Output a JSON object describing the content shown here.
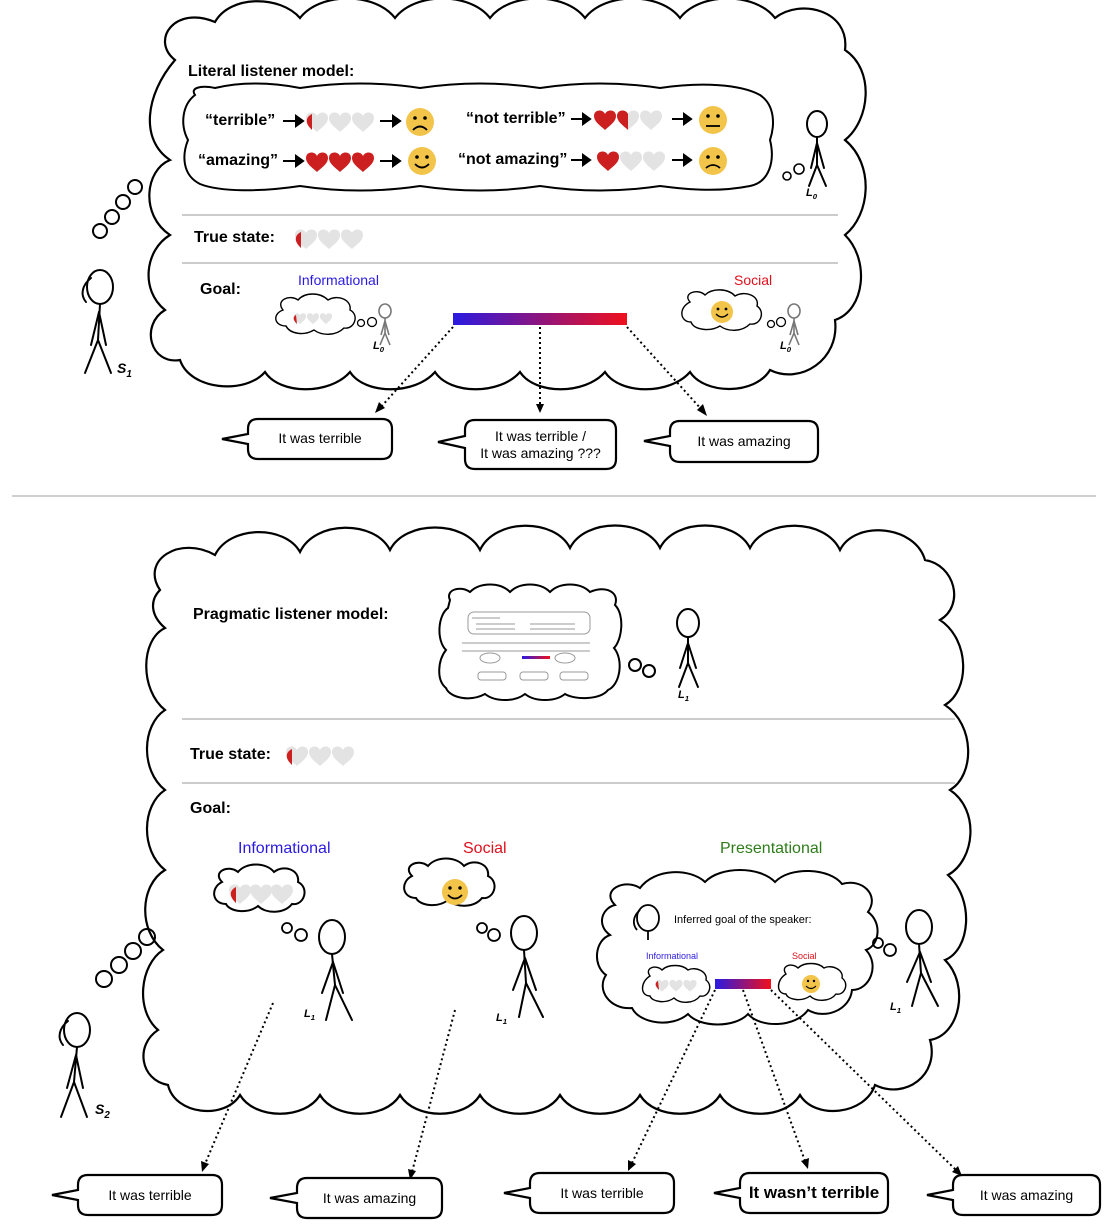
{
  "top": {
    "literal_title": "Literal listener model:",
    "lex": {
      "terrible": "“terrible”",
      "amazing": "“amazing”",
      "not_terrible": "“not terrible”",
      "not_amazing": "“not amazing”"
    },
    "true_state_label": "True state:",
    "goal_label": "Goal:",
    "informational": "Informational",
    "social": "Social",
    "listener_label": "L",
    "listener_sub": "0",
    "speaker_label": "S",
    "speaker_sub": "1",
    "bubbles": {
      "left": "It was terrible",
      "mid_line1": "It was terrible /",
      "mid_line2": "It was amazing ???",
      "right": "It was amazing"
    }
  },
  "bottom": {
    "pragmatic_title": "Pragmatic listener model:",
    "true_state_label": "True state:",
    "goal_label": "Goal:",
    "informational": "Informational",
    "social": "Social",
    "presentational": "Presentational",
    "inferred_title": "Inferred goal of the speaker:",
    "inferred_informational": "Informational",
    "inferred_social": "Social",
    "listener_label": "L",
    "listener_sub": "1",
    "speaker_label": "S",
    "speaker_sub": "2",
    "bubbles": {
      "b1": "It was terrible",
      "b2": "It was amazing",
      "b3": "It was terrible",
      "b4": "It wasn’t terrible",
      "b5": "It was amazing"
    }
  },
  "colors": {
    "informational": "#2a1ae0",
    "social": "#e0101c",
    "presentational": "#2e7d1a",
    "heart_red": "#cc1f1f",
    "heart_gray": "#e3e3e3",
    "emoji_yellow": "#f3c44a"
  }
}
